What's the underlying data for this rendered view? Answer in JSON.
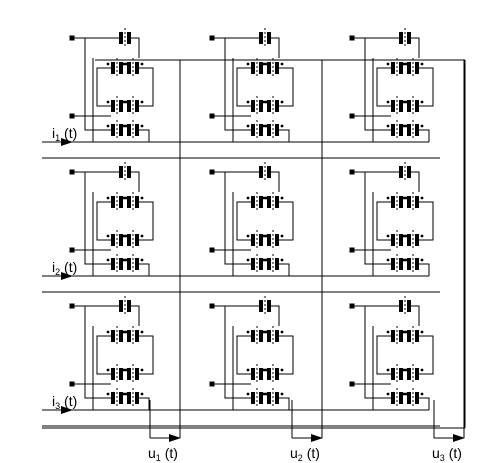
{
  "input_labels": [
    {
      "name": "i",
      "sub": "1",
      "arg": " (t)"
    },
    {
      "name": "i",
      "sub": "2",
      "arg": " (t)"
    },
    {
      "name": "i",
      "sub": "3",
      "arg": " (t)"
    }
  ],
  "output_labels": [
    {
      "name": "u",
      "sub": "1",
      "arg": " (t)"
    },
    {
      "name": "u",
      "sub": "2",
      "arg": " (t)"
    },
    {
      "name": "u",
      "sub": "3",
      "arg": " (t)"
    }
  ],
  "colors": {
    "line": "#000000",
    "background": "#ffffff"
  }
}
